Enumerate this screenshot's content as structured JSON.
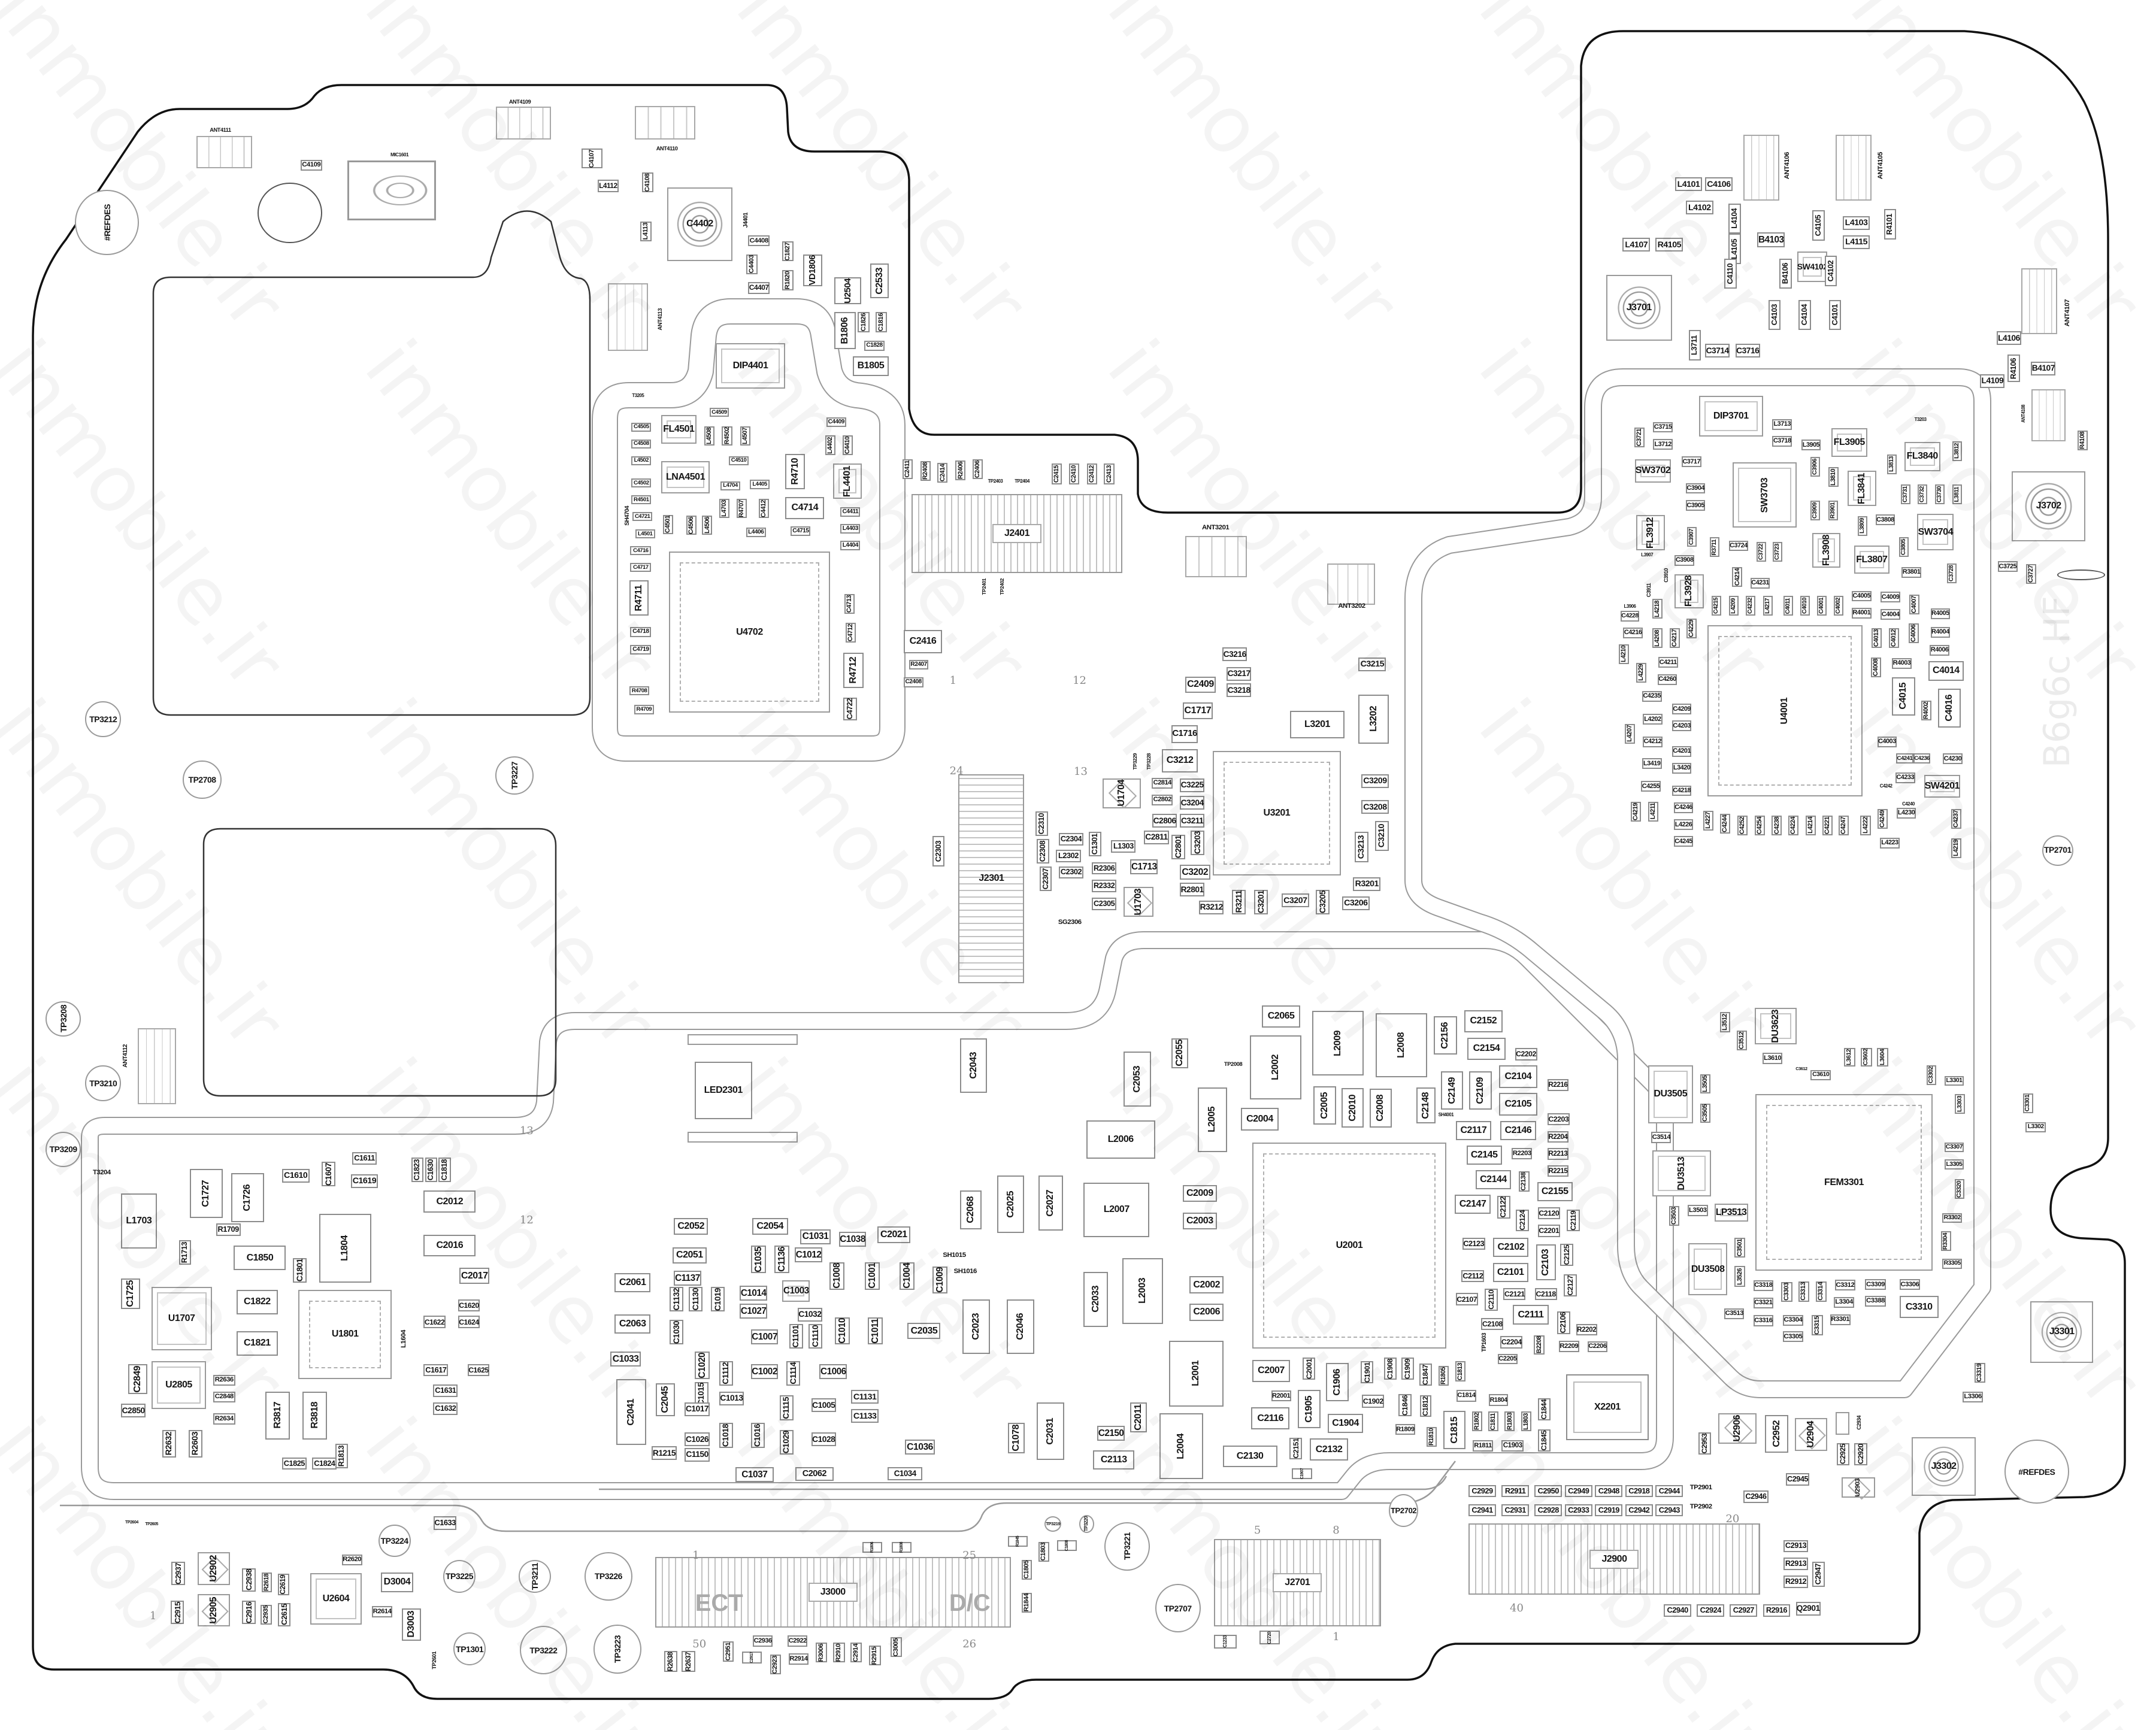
{
  "watermark": "inmobile.ir",
  "board_code": "B6g6c HF",
  "j3000_marks": [
    "ECT",
    "D/C"
  ],
  "pin_numbers": [
    "1",
    "12",
    "24",
    "13",
    "1",
    "25",
    "50",
    "26",
    "5",
    "8",
    "1",
    "1",
    "20",
    "40",
    "12",
    "13"
  ],
  "colors": {
    "outline": "#111111",
    "trace": "#9a9a9a",
    "component_border": "#8c8c8c",
    "label": "#151515"
  },
  "components": [
    "C4505",
    "C4508",
    "L4502",
    "C4502",
    "R4501",
    "C4721",
    "L4501",
    "C4716",
    "C4717",
    "R4711",
    "C4718",
    "C4719",
    "R4708",
    "R4709",
    "FL4501",
    "LNA4501",
    "C4509",
    "L4508",
    "R4502",
    "L4507",
    "C4510",
    "L4704",
    "L4405",
    "L4703",
    "R4707",
    "C4412",
    "L4406",
    "C4501",
    "C4506",
    "L4506",
    "R4710",
    "C4714",
    "C4715",
    "C4409",
    "L4402",
    "C4410",
    "FL4401",
    "C4411",
    "L4403",
    "L4404",
    "C4713",
    "C4712",
    "R4712",
    "C4722",
    "U4702",
    "DIP4401",
    "T3205",
    "SH4704",
    "C1828",
    "B1805",
    "C2411",
    "R2408",
    "C2414",
    "R2406",
    "C2406",
    "TP2403",
    "TP2404",
    "C2415",
    "C2410",
    "C2412",
    "C2413",
    "J2401",
    "TP2401",
    "TP2402",
    "C2416",
    "R2407",
    "C2408",
    "C1716",
    "C3212",
    "C2814",
    "C2802",
    "TP3229",
    "TP3228",
    "U1704",
    "C2065",
    "L2002",
    "L2009",
    "L2008",
    "C2156",
    "C2152",
    "C2154",
    "C2202",
    "TP2008",
    "C2004",
    "L2005",
    "C2005",
    "C2010",
    "C2008",
    "C2148",
    "C2149",
    "SH4001",
    "C2109",
    "C2104",
    "C2105",
    "R2216",
    "C2117",
    "C2146",
    "C2203",
    "R2204",
    "R2213",
    "R2215",
    "C2145",
    "R2203",
    "C2144",
    "C2138",
    "C2155",
    "C2147",
    "C2122",
    "C2124",
    "C2120",
    "C2201",
    "C2119",
    "C2123",
    "C2102",
    "C2103",
    "C2125",
    "C2112",
    "C2101",
    "C2127",
    "C2107",
    "C2110",
    "C2121",
    "C2118",
    "C2111",
    "C2106",
    "R2202",
    "C2108",
    "C2204",
    "C2205",
    "B2208",
    "R2209",
    "C2206",
    "TP1603",
    "U2001",
    "C2007",
    "C2001",
    "C1906",
    "C1901",
    "C1908",
    "C1909",
    "C1847",
    "R1805",
    "C1813",
    "R2001",
    "C1905",
    "C1902",
    "C2116",
    "C1904",
    "C1846",
    "C1812",
    "C1814",
    "R1804",
    "C1844",
    "R1809",
    "R1810",
    "C1815",
    "R1802",
    "C1811",
    "R1803",
    "L1803",
    "C1845",
    "R1811",
    "C1903",
    "C2151",
    "C2132",
    "C2130",
    "X2201",
    "DU3505",
    "L3505",
    "C3505",
    "C3514",
    "DU3513",
    "LP3513",
    "C3503",
    "L3503",
    "DU3508",
    "C3501",
    "L3526",
    "C3318",
    "C3321",
    "C3316",
    "C3303",
    "C3513",
    "L3512",
    "C3512",
    "DU3623",
    "L3610",
    "U2906",
    "C2953",
    "C2952",
    "DIP3701",
    "C3721",
    "C3715",
    "L3712",
    "SW3702",
    "C3717",
    "C3904",
    "C3905",
    "L3713",
    "C3718",
    "SW3703",
    "L3905",
    "C3906",
    "L3810",
    "FL3905",
    "FL3841",
    "FL3840",
    "L3813",
    "L3812",
    "C3731",
    "C3732",
    "C3730",
    "L3811",
    "C3909",
    "R3901",
    "L3809",
    "C3808",
    "SW3704",
    "FL3912",
    "C3907",
    "R3711",
    "C3724",
    "C3722",
    "C3723",
    "FL3908",
    "FL3807",
    "C3805",
    "R3801",
    "C3728",
    "C3908",
    "L3907",
    "C3910",
    "C3911",
    "FL3928",
    "L3906",
    "C4228",
    "C4214",
    "C4231",
    "C4215",
    "L4209",
    "C4232",
    "L4217",
    "C4011",
    "C4010",
    "C4001",
    "C4002",
    "C4005",
    "C4009",
    "R4001",
    "C4004",
    "C4007",
    "R4005",
    "R4004",
    "R4006",
    "L4218",
    "C4216",
    "L4208",
    "C4217",
    "C4229",
    "U4001",
    "C4013",
    "C4012",
    "C4006",
    "L4210",
    "C4211",
    "C4008",
    "R4003",
    "C4014",
    "L4229",
    "C4260",
    "C4235",
    "C4209",
    "L4202",
    "C4203",
    "L4207",
    "C4212",
    "C4201",
    "L3419",
    "L3420",
    "C4255",
    "C4218",
    "C4015",
    "R4002",
    "C4016",
    "C4003",
    "C4241",
    "C4236",
    "C4230",
    "C4233",
    "SW4201",
    "C4242",
    "C4240",
    "L4230",
    "C4219",
    "L4211",
    "C4246",
    "L4226",
    "C4245",
    "L4227",
    "C4244",
    "C4252",
    "C4254",
    "C4238",
    "C4224",
    "L4214",
    "C4221",
    "C4247",
    "L4222",
    "C4249",
    "C4237",
    "L4223",
    "L4219",
    "C3725",
    "C3727",
    "J3702",
    "T3203",
    "ANT4108",
    "R4108",
    "TP2701",
    "C1037",
    "C2062",
    "C1034",
    "C1907",
    "R1806",
    "R1808",
    "R1845",
    "C1803",
    "C1808",
    "TP3219",
    "TP3220",
    "TP3221",
    "TP2702",
    "J3000",
    "C1805",
    "R1844",
    "C2936",
    "C2922",
    "C2951",
    "C2917",
    "C2923",
    "R2914",
    "R3006",
    "R2910",
    "C2914",
    "R2915",
    "C3005",
    "R2638",
    "R2637",
    "TP2707",
    "J2701",
    "C1233",
    "C2720",
    "TP2604",
    "TP2605",
    "C1633",
    "TP3224",
    "R2620",
    "C2937",
    "U2902",
    "C2938",
    "R2618",
    "C2619",
    "U2604",
    "D3004",
    "C2915",
    "U2905",
    "C2916",
    "C2935",
    "C2615",
    "R2614",
    "D3003",
    "TP3225",
    "TP3211",
    "TP3226",
    "TP2601",
    "TP1301",
    "TP3222",
    "TP3223",
    "ANT4111",
    "C4109",
    "MIC1601",
    "#REFDES",
    "ANT4109",
    "ANT4110",
    "C4107",
    "L4112",
    "C4108",
    "L4113",
    "C4402",
    "J4401",
    "C4408",
    "C4403",
    "C4407",
    "C1827",
    "R1820",
    "VD1806",
    "U2504",
    "C2533",
    "ANT4113",
    "B1806",
    "C1826",
    "C1816",
    "FEM3301",
    "C3302",
    "L3301",
    "L3303",
    "C3301",
    "L3302",
    "C3307",
    "L3305",
    "C3320",
    "R3302",
    "R3304",
    "R3305",
    "C3312",
    "C3309",
    "C3306",
    "C3313",
    "C3314",
    "L3304",
    "C3388",
    "C3310",
    "C3304",
    "R3301",
    "C3315",
    "C3305",
    "C3319",
    "L3306",
    "J3301",
    "J3302",
    "#REFDES",
    "U2904",
    "C2934",
    "C2925",
    "C2920",
    "C2945",
    "U2903",
    "C3612",
    "C3610",
    "L3612",
    "C3602",
    "L3604",
    "ANT4106",
    "ANT4105",
    "L4101",
    "C4106",
    "L4102",
    "L4104",
    "L4107",
    "R4105",
    "L4105",
    "B4103",
    "C4105",
    "L4103",
    "L4115",
    "R4101",
    "C4110",
    "B4106",
    "SW4102",
    "C4102",
    "C4103",
    "C4104",
    "C4101",
    "J3701",
    "L3711",
    "C3714",
    "C3716",
    "ANT4107",
    "L4106",
    "L4109",
    "R4106",
    "B4107",
    "U3201",
    "C3216",
    "C2409",
    "C3217",
    "C3218",
    "C1717",
    "C3215",
    "L3201",
    "L3202",
    "C3209",
    "C3208",
    "C3213",
    "C3210",
    "R3201",
    "C3206",
    "C3207",
    "C3205",
    "C3201",
    "R3211",
    "R3212",
    "R2801",
    "C3202",
    "C3203",
    "C2801",
    "C2811",
    "C3211",
    "C2806",
    "C3204",
    "C3225",
    "C1713",
    "U1703",
    "SG2306",
    "C2305",
    "R2332",
    "R2306",
    "L1303",
    "C1301",
    "L2302",
    "C2304",
    "C2302",
    "C2307",
    "C2308",
    "C2310",
    "C2303",
    "J2301",
    "ANT3201",
    "ANT3202",
    "ANT4112",
    "LED2301",
    "C2043",
    "C2053",
    "C2055",
    "L2006",
    "L2007",
    "C2009",
    "C2003",
    "L2003",
    "C2002",
    "C2006",
    "C2033",
    "C2025",
    "C2027",
    "C2068",
    "C2023",
    "C2046",
    "C2035",
    "C2021",
    "C2054",
    "C2052",
    "C2051",
    "C1031",
    "C1038",
    "C1035",
    "C1136",
    "C1012",
    "C2061",
    "C2063",
    "C1137",
    "C1132",
    "C1130",
    "C1019",
    "C1014",
    "C1027",
    "C1003",
    "C1032",
    "C1007",
    "C1101",
    "C1110",
    "C1008",
    "C1001",
    "C1004",
    "C1009",
    "SH1015",
    "SH1016",
    "C1010",
    "C1011",
    "C1030",
    "C1033",
    "C1020",
    "C1112",
    "C1002",
    "C1114",
    "C1006",
    "C1013",
    "C1015",
    "C1017",
    "C1115",
    "C1005",
    "C1131",
    "C1133",
    "C1018",
    "C1016",
    "C1029",
    "C1028",
    "C1026",
    "C1150",
    "R1215",
    "C2041",
    "C2045",
    "C1036",
    "C1078",
    "C2031",
    "C2113",
    "C2150",
    "C2011",
    "L2004",
    "L2001",
    "T3204",
    "L1703",
    "C1727",
    "C1726",
    "C1610",
    "C1607",
    "C1611",
    "C1619",
    "C1823",
    "C1630",
    "C1818",
    "C2012",
    "C2016",
    "C2017",
    "R1713",
    "R1709",
    "C1850",
    "C1801",
    "L1804",
    "C1725",
    "U1707",
    "C1822",
    "U1801",
    "C1821",
    "C2849",
    "U2805",
    "C2850",
    "R3817",
    "R3818",
    "C1625",
    "C1632",
    "C1631",
    "C1617",
    "C1620",
    "C1624",
    "C1622",
    "L1604",
    "R2636",
    "C2848",
    "R2634",
    "R2632",
    "R2603",
    "C1824",
    "C1825",
    "R1813",
    "TP3210",
    "TP3209",
    "TP3208",
    "TP3212",
    "TP2708",
    "TP3227",
    "J2900",
    "C2929",
    "R2911",
    "C2950",
    "C2949",
    "C2948",
    "C2918",
    "C2944",
    "TP2901",
    "C2941",
    "C2931",
    "C2928",
    "C2933",
    "C2919",
    "C2942",
    "C2943",
    "TP2902",
    "C2940",
    "C2924",
    "C2927",
    "R2916",
    "Q2901",
    "C2946",
    "C2938",
    "C2913",
    "R2913",
    "R2912",
    "C2947"
  ]
}
